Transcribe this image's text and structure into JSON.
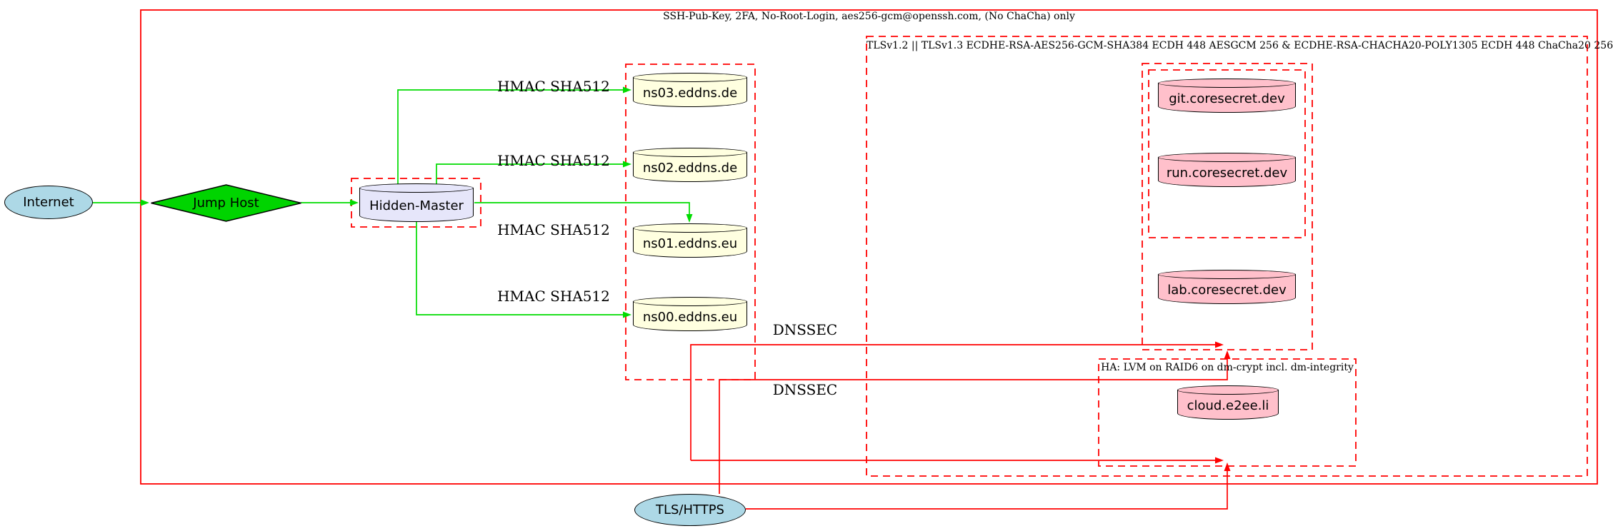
{
  "colors": {
    "red": "#ff0000",
    "green": "#00dc00",
    "node-blue": "#add8e6",
    "node-yellow": "#ffffe0",
    "node-lavender": "#e6e6fa",
    "node-pink": "#ffc0cb",
    "node-green": "#00d400",
    "text": "#000000"
  },
  "clusters": {
    "ssh": {
      "label": "SSH-Pub-Key, 2FA, No-Root-Login, aes256-gcm@openssh.com, (No ChaCha) only"
    },
    "tls": {
      "label": "TLSv1.2 || TLSv1.3 ECDHE-RSA-AES256-GCM-SHA384 ECDH 448 AESGCM 256 & ECDHE-RSA-CHACHA20-POLY1305 ECDH 448 ChaCha20 256"
    },
    "ha": {
      "label": "HA: LVM on RAID6 on dm-crypt incl. dm-integrity"
    }
  },
  "nodes": {
    "internet": {
      "label": "Internet"
    },
    "jump_host": {
      "label": "Jump Host"
    },
    "hidden_master": {
      "label": "Hidden-Master"
    },
    "ns03": {
      "label": "ns03.eddns.de"
    },
    "ns02": {
      "label": "ns02.eddns.de"
    },
    "ns01": {
      "label": "ns01.eddns.eu"
    },
    "ns00": {
      "label": "ns00.eddns.eu"
    },
    "git": {
      "label": "git.coresecret.dev"
    },
    "run": {
      "label": "run.coresecret.dev"
    },
    "lab": {
      "label": "lab.coresecret.dev"
    },
    "cloud": {
      "label": "cloud.e2ee.li"
    },
    "tls_https": {
      "label": "TLS/HTTPS"
    }
  },
  "edge_labels": {
    "hmac_ns03": "HMAC SHA512",
    "hmac_ns02": "HMAC SHA512",
    "hmac_ns01": "HMAC SHA512",
    "hmac_ns00": "HMAC SHA512",
    "dnssec_top": "DNSSEC",
    "dnssec_bottom": "DNSSEC"
  }
}
